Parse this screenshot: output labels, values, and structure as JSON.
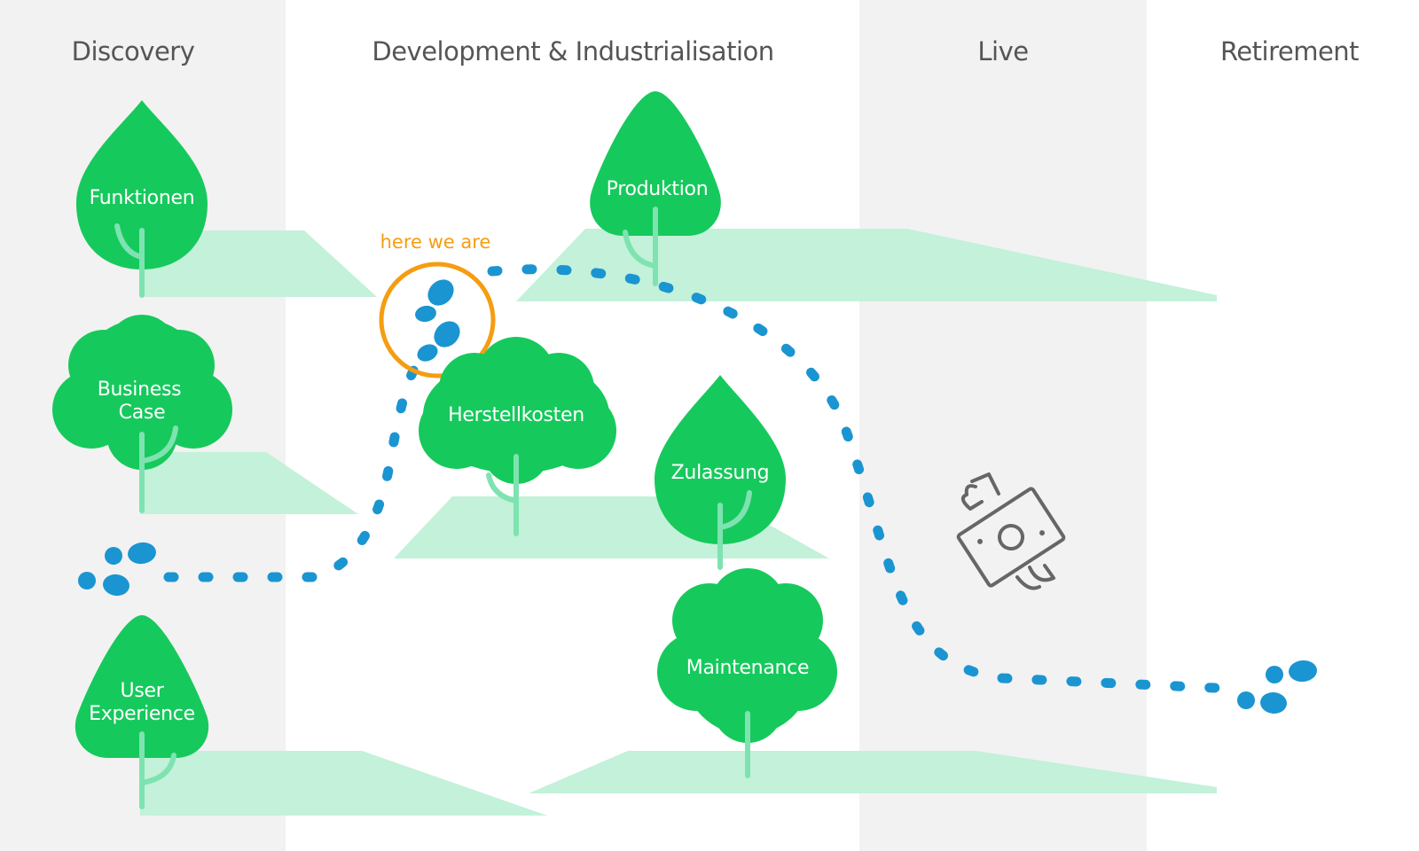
{
  "phases": [
    {
      "label": "Discovery"
    },
    {
      "label": "Development & Industrialisation"
    },
    {
      "label": "Live"
    },
    {
      "label": "Retirement"
    }
  ],
  "trees": {
    "funktionen": "Funktionen",
    "business_case_line1": "Business",
    "business_case_line2": "Case",
    "user_experience_line1": "User",
    "user_experience_line2": "Experience",
    "produktion": "Produktion",
    "herstellkosten": "Herstellkosten",
    "zulassung": "Zulassung",
    "maintenance": "Maintenance"
  },
  "marker": {
    "label": "here we are"
  },
  "icons": {
    "money": "money-bill-with-wings-icon",
    "footprints": "footprints-icon"
  },
  "colors": {
    "lane_shade": "#f2f2f2",
    "tree": "#16c95c",
    "ground": "#c3f1da",
    "path": "#1a95d1",
    "marker": "#f59d12",
    "text": "#555555",
    "icon_line": "#666666"
  }
}
